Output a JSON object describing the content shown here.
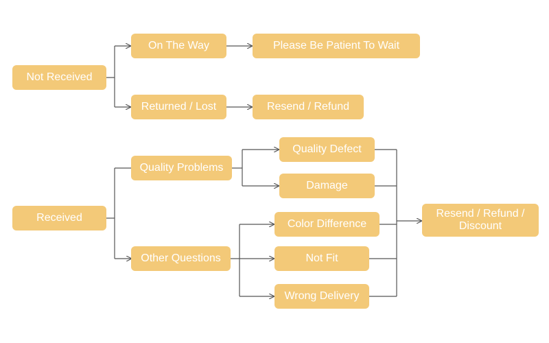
{
  "colors": {
    "box_fill": "#f3c978",
    "box_text": "#ffffff",
    "connector": "#555555",
    "background": "#ffffff"
  },
  "nodes": {
    "not_received": "Not Received",
    "on_the_way": "On The Way",
    "please_be_patient": "Please Be Patient To Wait",
    "returned_lost": "Returned / Lost",
    "resend_refund": "Resend / Refund",
    "received": "Received",
    "quality_problems": "Quality Problems",
    "other_questions": "Other Questions",
    "quality_defect": "Quality Defect",
    "damage": "Damage",
    "color_difference": "Color Difference",
    "not_fit": "Not Fit",
    "wrong_delivery": "Wrong Delivery",
    "resend_refund_discount": "Resend / Refund / Discount"
  }
}
